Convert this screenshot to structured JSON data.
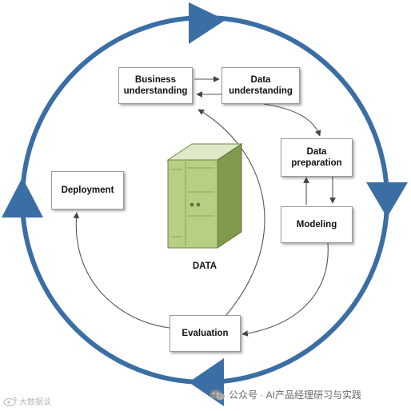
{
  "nodes": {
    "business": {
      "line1": "Business",
      "line2": "understanding"
    },
    "data_understanding": {
      "line1": "Data",
      "line2": "understanding"
    },
    "preparation": {
      "line1": "Data",
      "line2": "preparation"
    },
    "modeling": {
      "label": "Modeling"
    },
    "evaluation": {
      "label": "Evaluation"
    },
    "deployment": {
      "label": "Deployment"
    }
  },
  "center_label": "DATA",
  "watermark": {
    "left": "大数据谈",
    "right": "公众号 · AI产品经理研习与实践"
  },
  "colors": {
    "cycle": "#3a6ea5",
    "server_body": "#b7cf85",
    "server_dark": "#7f9a4c",
    "connector": "#555555"
  }
}
